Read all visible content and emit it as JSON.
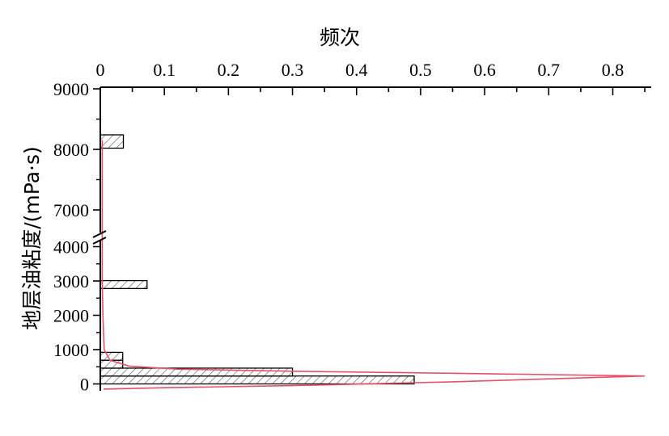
{
  "chart_data": {
    "type": "bar",
    "orientation": "horizontal",
    "xlabel": "频次",
    "ylabel": "地层油粘度/(mPa·s)",
    "x_axis_position": "top",
    "xlim": [
      0,
      0.86
    ],
    "x_ticks": [
      {
        "value": 0,
        "label": "0"
      },
      {
        "value": 0.1,
        "label": "0.1"
      },
      {
        "value": 0.2,
        "label": "0.2"
      },
      {
        "value": 0.3,
        "label": "0.3"
      },
      {
        "value": 0.4,
        "label": "0.4"
      },
      {
        "value": 0.5,
        "label": "0.5"
      },
      {
        "value": 0.6,
        "label": "0.6"
      },
      {
        "value": 0.7,
        "label": "0.7"
      },
      {
        "value": 0.8,
        "label": "0.8"
      }
    ],
    "y_axis_broken": true,
    "y_break_range": [
      4200,
      6600
    ],
    "y_ticks": [
      {
        "value": 0,
        "label": "0"
      },
      {
        "value": 1000,
        "label": "1000"
      },
      {
        "value": 2000,
        "label": "2000"
      },
      {
        "value": 3000,
        "label": "3000"
      },
      {
        "value": 4000,
        "label": "4000"
      },
      {
        "value": 7000,
        "label": "7000"
      },
      {
        "value": 8000,
        "label": "8000"
      },
      {
        "value": 9000,
        "label": "9000"
      }
    ],
    "bars": [
      {
        "y_from": 0,
        "y_to": 230,
        "frequency": 0.49
      },
      {
        "y_from": 230,
        "y_to": 460,
        "frequency": 0.3
      },
      {
        "y_from": 460,
        "y_to": 690,
        "frequency": 0.035
      },
      {
        "y_from": 690,
        "y_to": 920,
        "frequency": 0.035
      },
      {
        "y_from": 2780,
        "y_to": 3010,
        "frequency": 0.073
      },
      {
        "y_from": 8020,
        "y_to": 8240,
        "frequency": 0.036
      }
    ],
    "fit_curve": {
      "color": "#e8506a",
      "points": [
        [
          0.005,
          -150
        ],
        [
          0.1,
          -110
        ],
        [
          0.3,
          -50
        ],
        [
          0.55,
          60
        ],
        [
          0.85,
          230
        ],
        [
          0.55,
          310
        ],
        [
          0.3,
          370
        ],
        [
          0.12,
          430
        ],
        [
          0.045,
          520
        ],
        [
          0.015,
          690
        ],
        [
          0.006,
          1000
        ],
        [
          0.004,
          2000
        ],
        [
          0.003,
          3000
        ],
        [
          0.003,
          4000
        ],
        [
          0.003,
          7000
        ],
        [
          0.003,
          8000
        ],
        [
          0.003,
          8150
        ]
      ]
    },
    "grid": false,
    "bar_fill": "hatched",
    "bar_stroke": "#000000",
    "hatch_color": "#555555"
  }
}
